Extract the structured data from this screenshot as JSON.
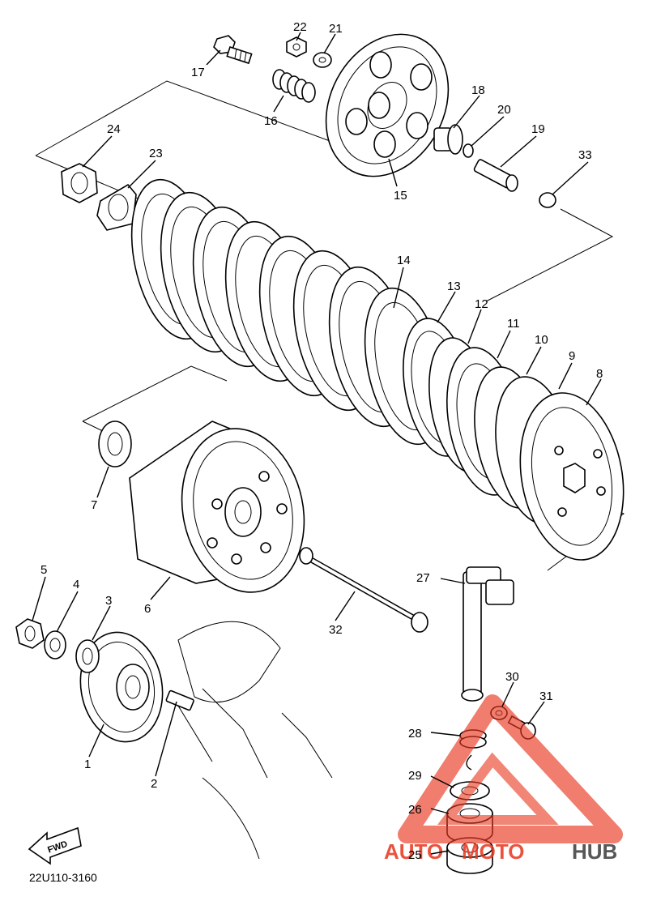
{
  "diagram_code": "22U110-3160",
  "fwd_text": "FWD",
  "watermark": {
    "prefix": "AUTO",
    "middle": "MOTO",
    "suffix": "HUB",
    "accent": "#e8341c",
    "dark": "#3a3a3a"
  },
  "callouts": {
    "c1": "1",
    "c2": "2",
    "c3": "3",
    "c4": "4",
    "c5": "5",
    "c6": "6",
    "c7": "7",
    "c8": "8",
    "c9": "9",
    "c10": "10",
    "c11": "11",
    "c12": "12",
    "c13": "13",
    "c14": "14",
    "c15": "15",
    "c16": "16",
    "c17": "17",
    "c18": "18",
    "c19": "19",
    "c20": "20",
    "c21": "21",
    "c22": "22",
    "c23": "23",
    "c24": "24",
    "c25": "25",
    "c26": "26",
    "c27": "27",
    "c28": "28",
    "c29": "29",
    "c30": "30",
    "c31": "31",
    "c32": "32",
    "c33": "33"
  }
}
